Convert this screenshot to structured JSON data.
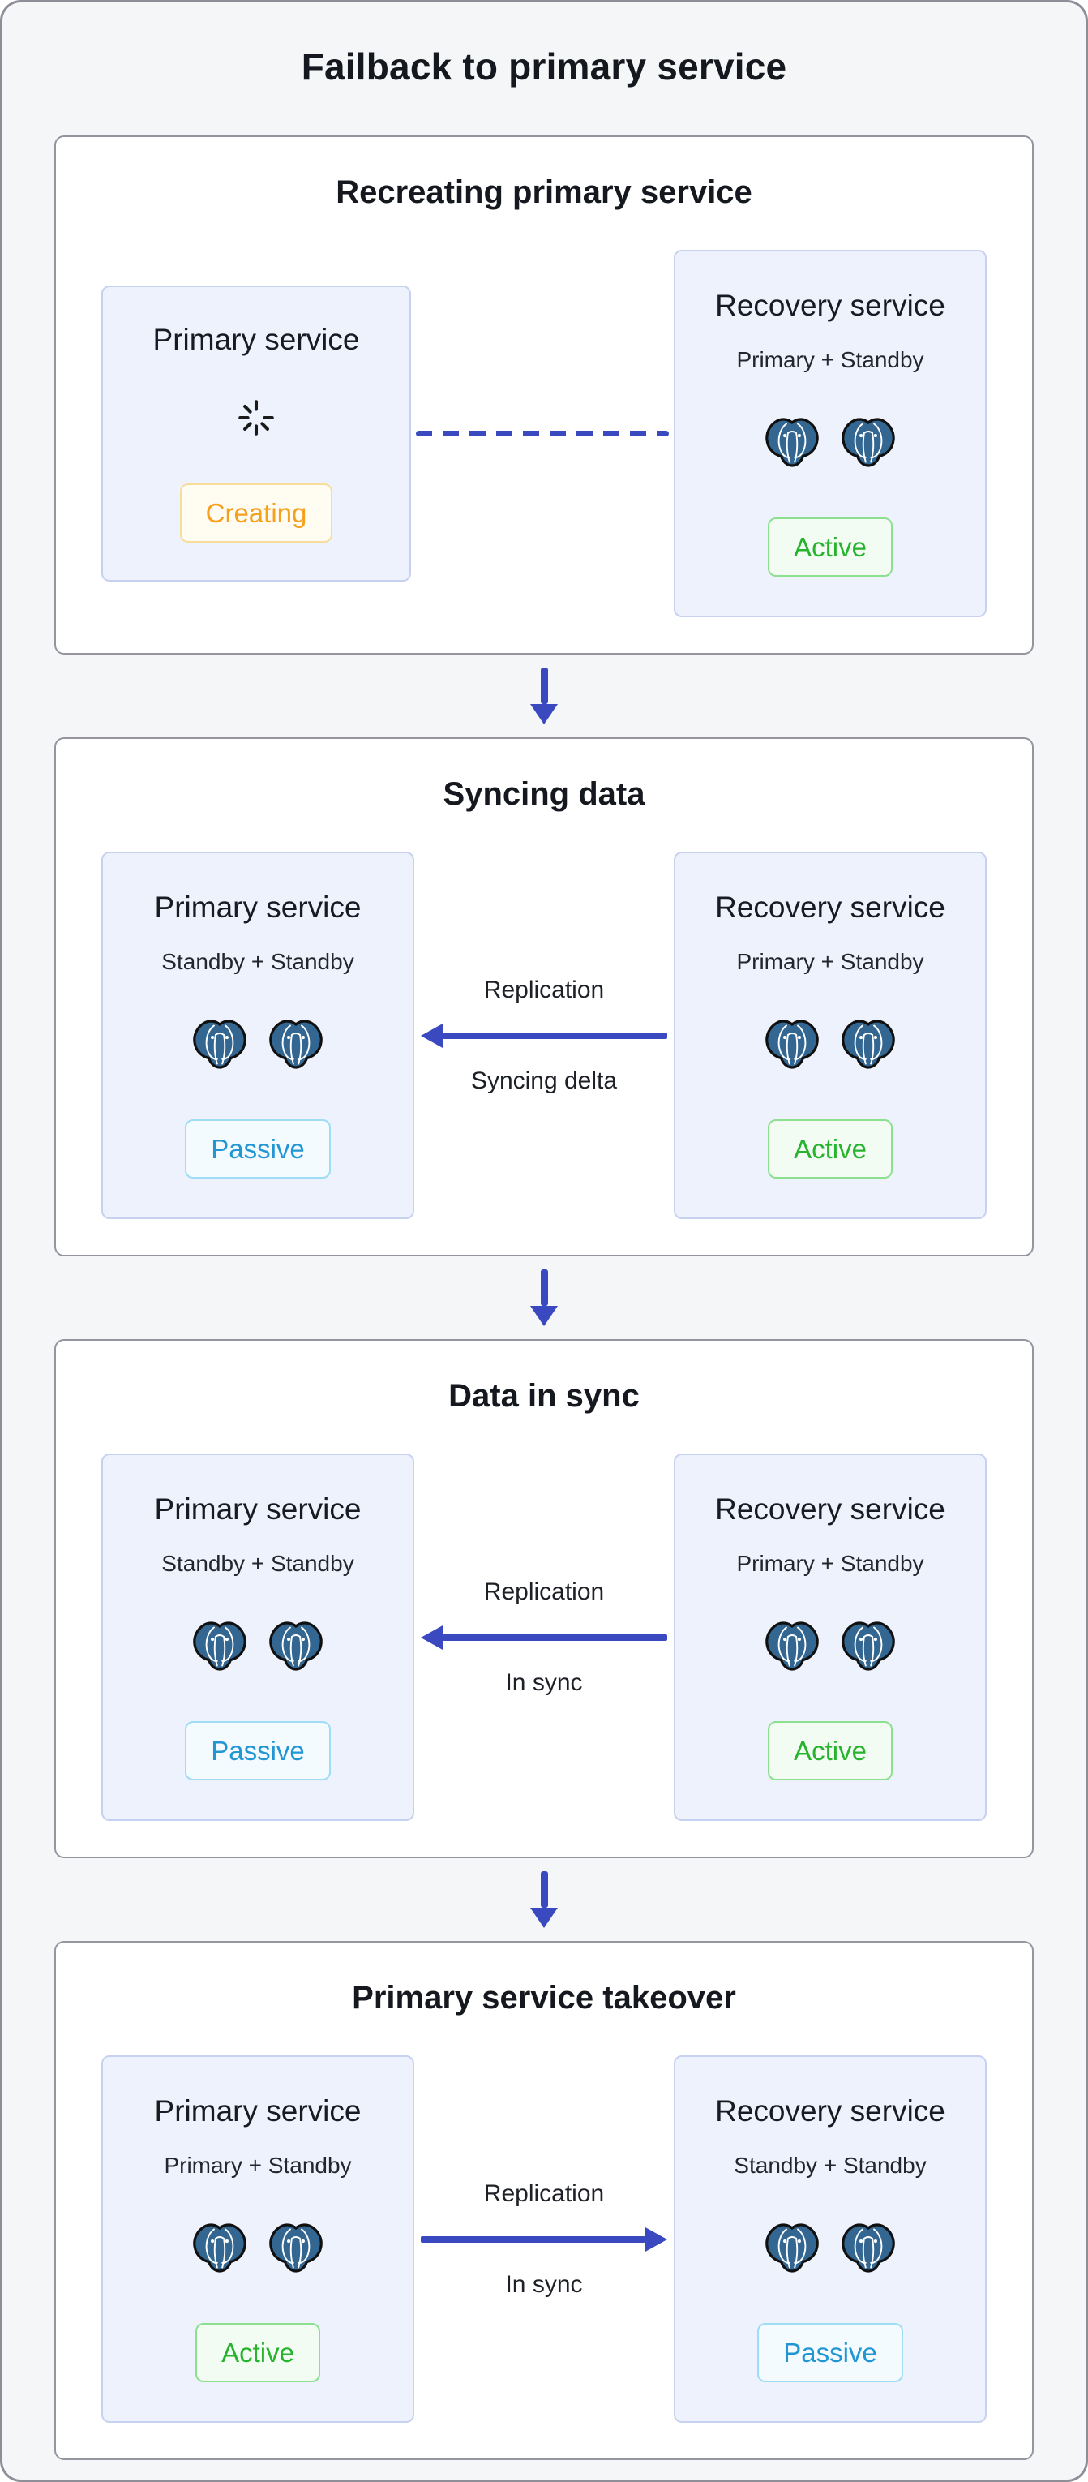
{
  "page": {
    "title": "Failback to primary service"
  },
  "colors": {
    "page_bg": "#f5f6f8",
    "page_border": "#8d8e98",
    "section_bg": "#ffffff",
    "section_border": "#94959f",
    "card_bg": "#eef2fc",
    "card_border": "#c7d1f1",
    "arrow_blue": "#3a49c0",
    "postgres_blue": "#336791",
    "creating_text": "#f5a11f",
    "creating_border": "#f8dc9b",
    "creating_bg": "#fffcf2",
    "active_text": "#27b32e",
    "active_border": "#8ce08f",
    "active_bg": "#f3fcf3",
    "passive_text": "#2196d3",
    "passive_border": "#9fdcf5",
    "passive_bg": "#f4fbff"
  },
  "icons": {
    "spinner": "loading-spinner",
    "elephant": "postgresql-elephant",
    "down_arrow": "arrow-down",
    "dashed_link": "dashed-connection-line"
  },
  "sections": [
    {
      "title": "Recreating primary service",
      "left": {
        "title": "Primary service",
        "icon": "loading-spinner",
        "badge": {
          "label": "Creating",
          "status": "creating"
        }
      },
      "connector": {
        "style": "dashed",
        "direction": "none",
        "label_top": "",
        "label_bottom": ""
      },
      "right": {
        "title": "Recovery service",
        "subtitle": "Primary + Standby",
        "icon": "postgresql-elephant-x2",
        "badge": {
          "label": "Active",
          "status": "active"
        }
      }
    },
    {
      "title": "Syncing data",
      "left": {
        "title": "Primary service",
        "subtitle": "Standby + Standby",
        "icon": "postgresql-elephant-x2",
        "badge": {
          "label": "Passive",
          "status": "passive"
        }
      },
      "connector": {
        "style": "solid",
        "direction": "left",
        "label_top": "Replication",
        "label_bottom": "Syncing delta"
      },
      "right": {
        "title": "Recovery service",
        "subtitle": "Primary + Standby",
        "icon": "postgresql-elephant-x2",
        "badge": {
          "label": "Active",
          "status": "active"
        }
      }
    },
    {
      "title": "Data in sync",
      "left": {
        "title": "Primary service",
        "subtitle": "Standby + Standby",
        "icon": "postgresql-elephant-x2",
        "badge": {
          "label": "Passive",
          "status": "passive"
        }
      },
      "connector": {
        "style": "solid",
        "direction": "left",
        "label_top": "Replication",
        "label_bottom": "In sync"
      },
      "right": {
        "title": "Recovery service",
        "subtitle": "Primary + Standby",
        "icon": "postgresql-elephant-x2",
        "badge": {
          "label": "Active",
          "status": "active"
        }
      }
    },
    {
      "title": "Primary service takeover",
      "left": {
        "title": "Primary service",
        "subtitle": "Primary + Standby",
        "icon": "postgresql-elephant-x2",
        "badge": {
          "label": "Active",
          "status": "active"
        }
      },
      "connector": {
        "style": "solid",
        "direction": "right",
        "label_top": "Replication",
        "label_bottom": "In sync"
      },
      "right": {
        "title": "Recovery service",
        "subtitle": "Standby + Standby",
        "icon": "postgresql-elephant-x2",
        "badge": {
          "label": "Passive",
          "status": "passive"
        }
      }
    }
  ]
}
